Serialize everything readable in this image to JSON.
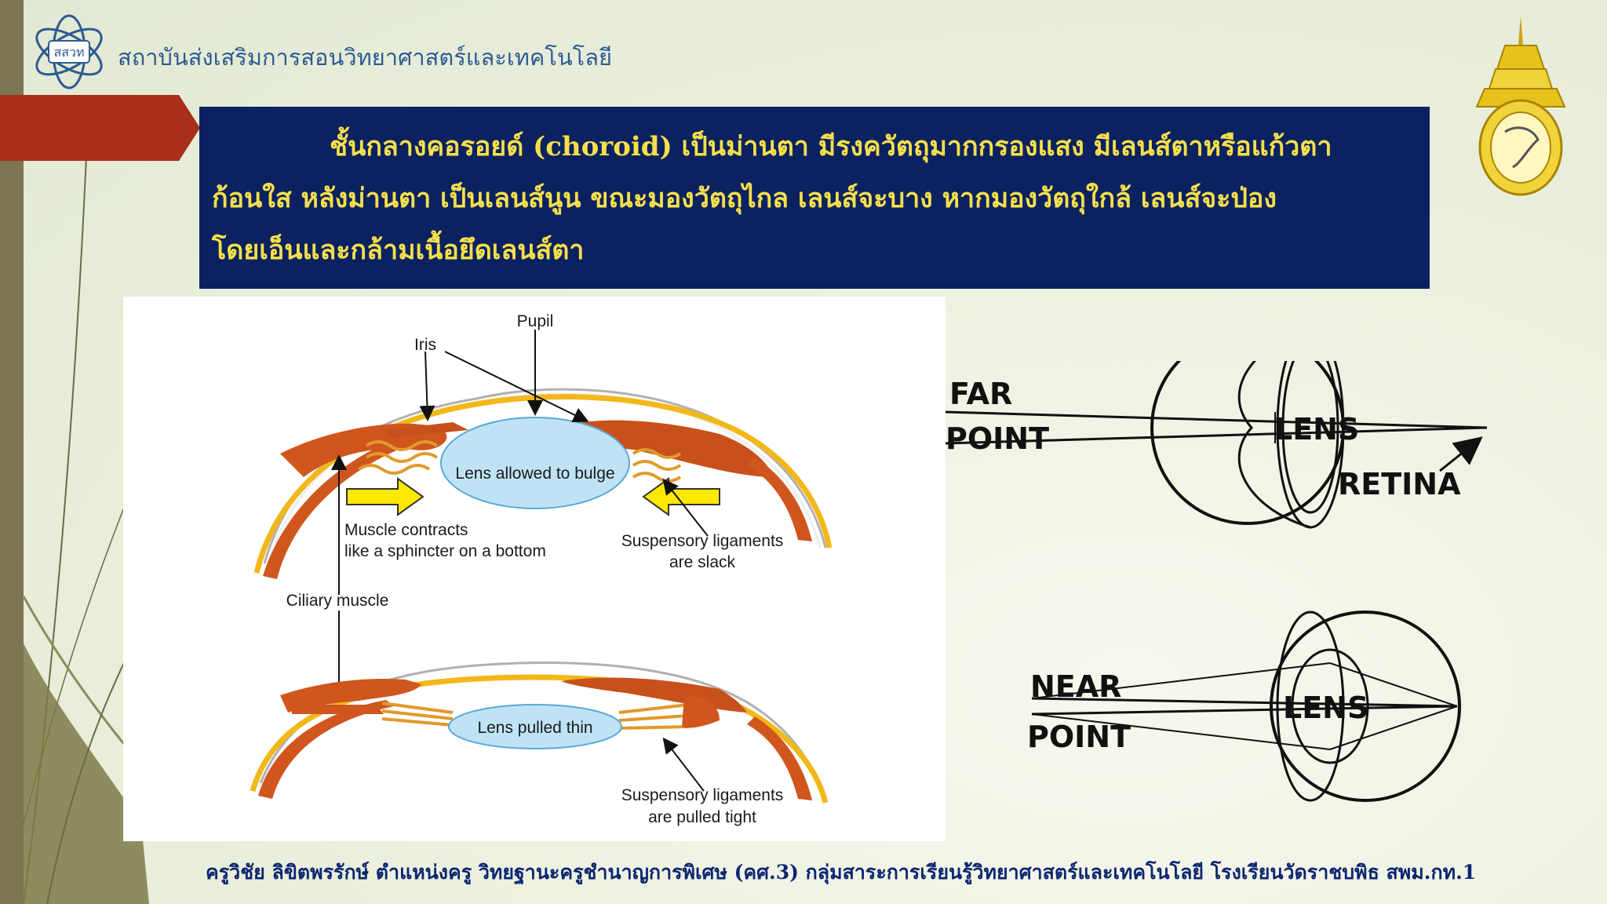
{
  "header": {
    "logo_text": "สสวท",
    "institute_name": "สถาบันส่งเสริมการสอนวิทยาศาสตร์และเทคโนโลยี"
  },
  "title_box": {
    "line1": "ชั้นกลางคอรอยด์ (choroid) เป็นม่านตา มีรงควัตถุมากกรองแสง มีเลนส์ตาหรือแก้วตา",
    "line2": "ก้อนใส หลังม่านตา เป็นเลนส์นูน ขณะมองวัตถุไกล เลนส์จะบาง หากมองวัตถุใกล้ เลนส์จะป่อง",
    "line3": "โดยเอ็นและกล้ามเนื้อยึดเลนส์ตา"
  },
  "eye_diagram": {
    "pupil": "Pupil",
    "iris": "Iris",
    "lens_bulge": "Lens allowed to bulge",
    "muscle_contracts_1": "Muscle contracts",
    "muscle_contracts_2": "like a sphincter on a bottom",
    "ligaments_slack_1": "Suspensory ligaments",
    "ligaments_slack_2": "are slack",
    "ciliary_muscle": "Ciliary muscle",
    "lens_thin": "Lens pulled thin",
    "ligaments_tight_1": "Suspensory ligaments",
    "ligaments_tight_2": "are pulled tight"
  },
  "focus_diagram": {
    "far_1": "FAR",
    "far_2": "POINT",
    "lens_far": "LENS",
    "retina": "RETINA",
    "near_1": "NEAR",
    "near_2": "POINT",
    "lens_near": "LENS"
  },
  "footer": {
    "credit": "ครูวิชัย ลิขิตพรรักษ์ ตำแหน่งครู วิทยฐานะครูชำนาญการพิเศษ (คศ.3) กลุ่มสาระการเรียนรู้วิทยาศาสตร์และเทคโนโลยี โรงเรียนวัดราชบพิธ สพม.กท.1"
  },
  "colors": {
    "title_bg": "#0c2260",
    "title_text": "#f5e04a",
    "accent_red": "#a8301a",
    "header_text": "#2d5a94",
    "footer_text": "#0c2670",
    "lens_fill": "#bfe3f5",
    "muscle": "#c8501a",
    "arrow_yellow": "#ffe800"
  }
}
